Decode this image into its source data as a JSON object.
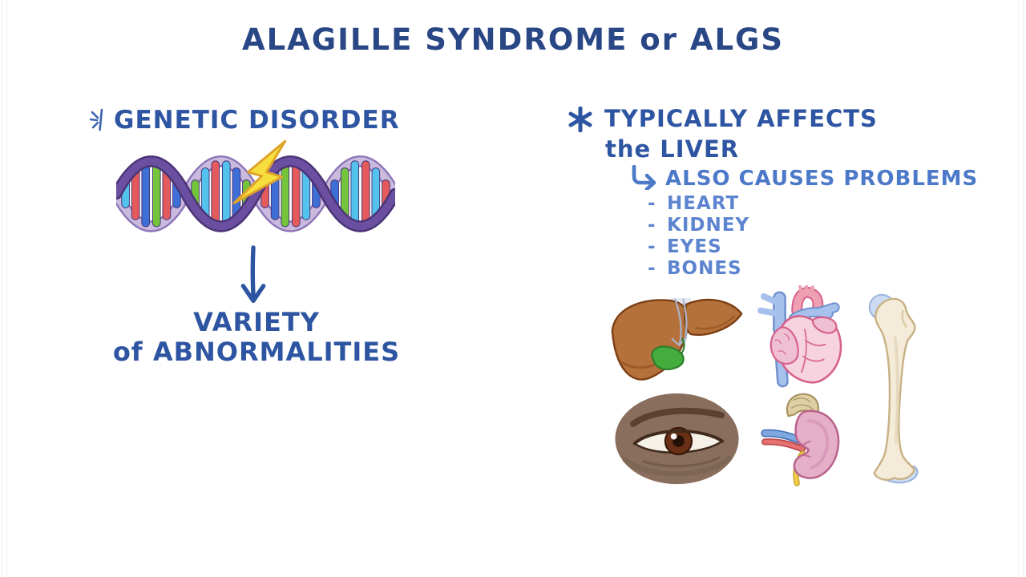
{
  "title": "ALAGILLE SYNDROME or ALGS",
  "palette": {
    "title_blue": "#2a4785",
    "heading_blue": "#2e55a2",
    "subheading_blue": "#4d79c9",
    "list_blue": "#5d84cf",
    "lightning_yellow": "#f6df3d",
    "dna_purple_dark": "#6b4fa0",
    "dna_purple_light": "#c9bade",
    "liver_brown": "#b5713a",
    "gallbladder_green": "#44ad3e",
    "heart_pink": "#f7d3e0",
    "vessel_blue": "#a6c1ec",
    "bone_cream": "#f4ecd9",
    "cartilage_blue": "#ccdbf2",
    "skin_brown": "#8a6e5d",
    "kidney_pink": "#e5afc8"
  },
  "left": {
    "heading": "GENETIC DISORDER",
    "illustration": "dna-double-helix-struck-by-lightning",
    "result_line1": "VARIETY",
    "result_line2": "of ABNORMALITIES"
  },
  "right": {
    "heading_line1": "TYPICALLY AFFECTS",
    "heading_line2": "the LIVER",
    "subheading": "ALSO CAUSES PROBLEMS",
    "bullet": "-",
    "items": [
      "HEART",
      "KIDNEY",
      "EYES",
      "BONES"
    ],
    "illustrations": [
      "liver-with-gallbladder",
      "heart",
      "femur-bone",
      "eye",
      "kidney-with-adrenal-gland"
    ]
  }
}
